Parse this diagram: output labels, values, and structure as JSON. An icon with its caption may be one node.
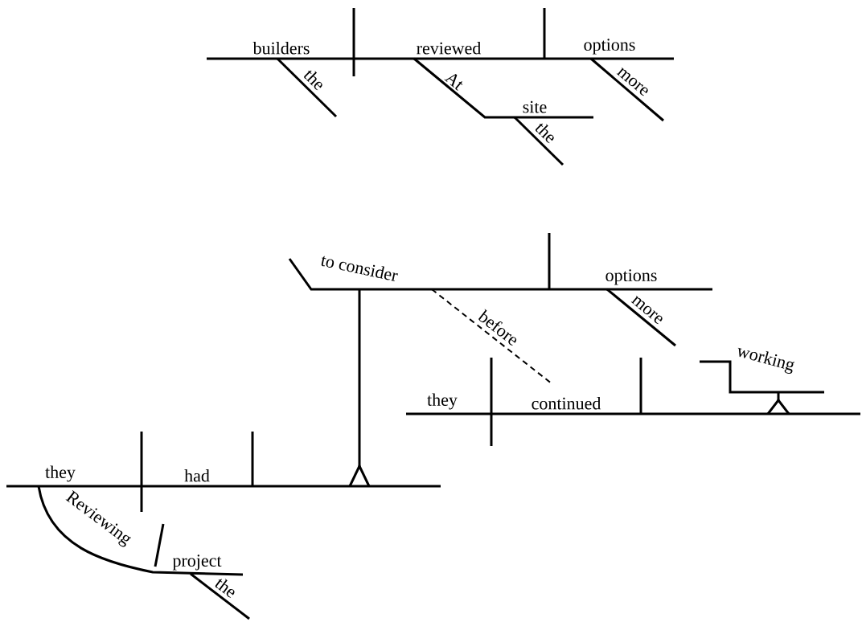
{
  "diagram": {
    "labels": [
      "builders",
      "reviewed",
      "options",
      "the",
      "At",
      "more",
      "site",
      "the",
      "to consider",
      "options",
      "more",
      "before",
      "working",
      "they",
      "continued",
      "they",
      "had",
      "Reviewing",
      "project",
      "the"
    ]
  }
}
